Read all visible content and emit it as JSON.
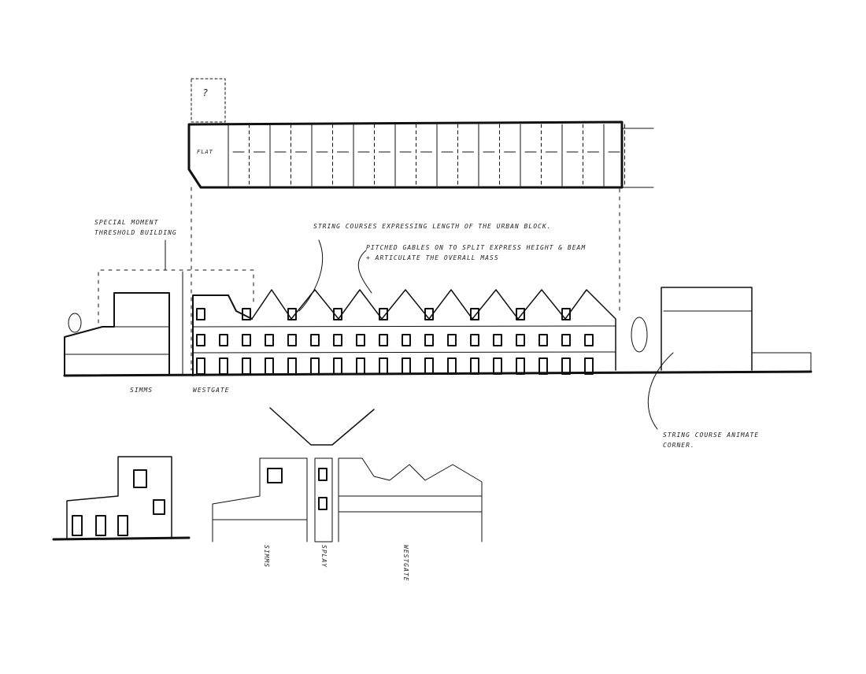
{
  "plan": {
    "label": "FLAT",
    "marker": "?"
  },
  "annotations": {
    "threshold": [
      "SPECIAL MOMENT",
      "THRESHOLD BUILDING"
    ],
    "string_courses": "STRING COURSES EXPRESSING LENGTH OF THE URBAN BLOCK.",
    "gables": [
      "PITCHED GABLES ON TO SPLIT EXPRESS HEIGHT & BEAM",
      "+ ARTICULATE THE OVERALL MASS"
    ],
    "corner": [
      "STRING COURSE ANIMATE",
      "CORNER."
    ]
  },
  "elevation_labels": {
    "simms": "SIMMS",
    "westgate": "WESTGATE"
  },
  "detail_labels": {
    "simms": "SIMMS",
    "splay": "SPLAY",
    "westgate": "WESTGATE"
  }
}
